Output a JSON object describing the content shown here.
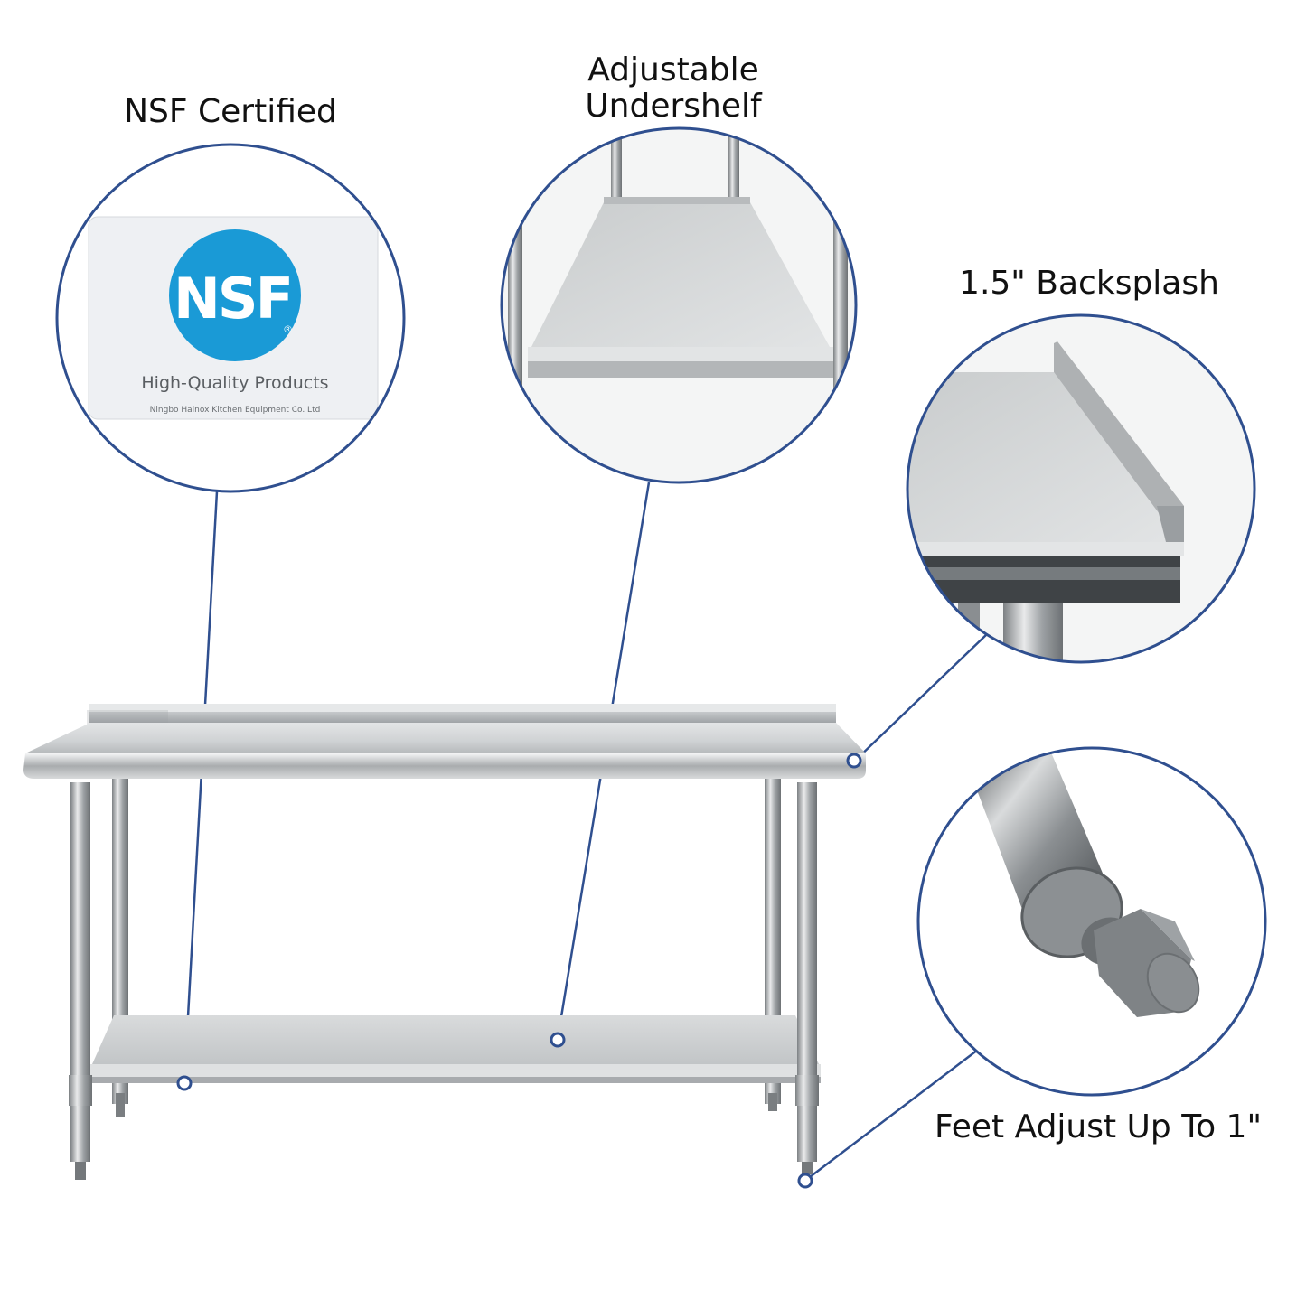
{
  "callouts": {
    "nsf_certified": "NSF Certified",
    "adjustable_undershelf": "Adjustable Undershelf",
    "backsplash": "1.5\" Backsplash",
    "feet_adjust": "Feet Adjust Up To 1\""
  },
  "nsf_badge": {
    "logo_text": "NSF",
    "registered_mark": "®",
    "tagline": "High-Quality Products",
    "maker": "Ningbo Hainox Kitchen Equipment Co. Ltd"
  },
  "colors": {
    "accent": "#2f4f8f",
    "nsf_blue": "#1a9ad6",
    "steel_light": "#dadcdd",
    "steel_mid": "#b9bcbe",
    "steel_dark": "#6f7376",
    "badge_bg": "#eef0f3",
    "text": "#111111"
  }
}
